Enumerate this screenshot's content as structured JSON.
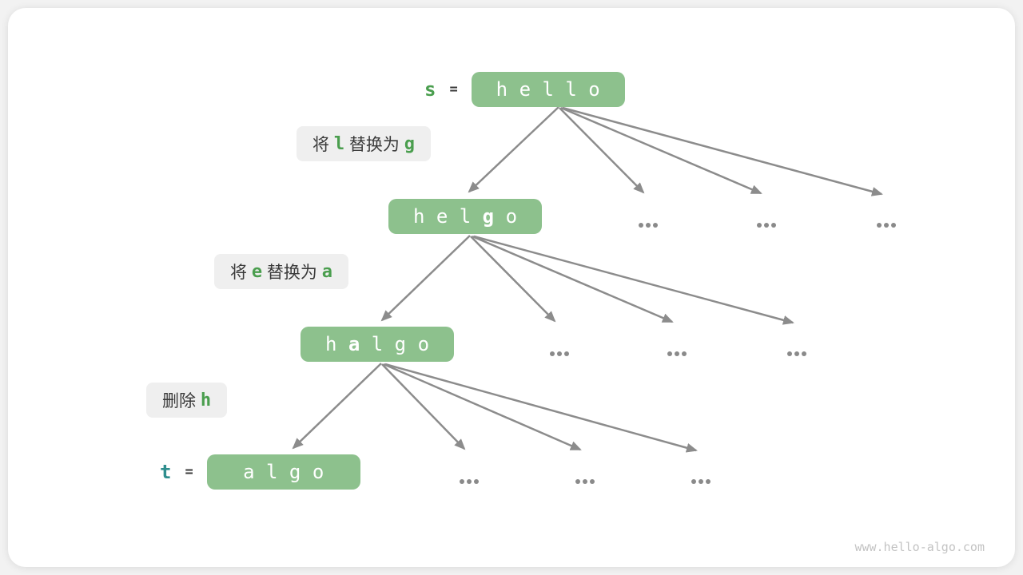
{
  "page": {
    "watermark": "www.hello-algo.com"
  },
  "colors": {
    "node_fill": "#8dc18d",
    "node_text": "#ffffff",
    "accent_green": "#4a9e4e",
    "var_s_color": "#4a9e4e",
    "var_t_color": "#2f8e8e",
    "label_bg": "#efefef",
    "label_text": "#3a3a3a",
    "arrow_gray": "#8c8c8c",
    "watermark_gray": "#c3c3c3",
    "card_bg": "#ffffff"
  },
  "diagram": {
    "nodes": {
      "hello": {
        "var_name": "s",
        "equals": "=",
        "segments": [
          {
            "text": "h e l l o",
            "accent": false
          }
        ]
      },
      "helgo": {
        "segments": [
          {
            "text": "h e l ",
            "accent": false
          },
          {
            "text": "g",
            "accent": true
          },
          {
            "text": " o",
            "accent": false
          }
        ]
      },
      "halgo": {
        "segments": [
          {
            "text": "h ",
            "accent": false
          },
          {
            "text": "a",
            "accent": true
          },
          {
            "text": " l g o",
            "accent": false
          }
        ]
      },
      "algo": {
        "var_name": "t",
        "equals": "=",
        "segments": [
          {
            "text": "a l g o",
            "accent": false
          }
        ]
      }
    },
    "labels": {
      "replace_l_g": {
        "segments": [
          {
            "text": "将 ",
            "accent": false
          },
          {
            "text": "l",
            "accent": true
          },
          {
            "text": " 替换为 ",
            "accent": false
          },
          {
            "text": "g",
            "accent": true
          }
        ]
      },
      "replace_e_a": {
        "segments": [
          {
            "text": "将 ",
            "accent": false
          },
          {
            "text": "e",
            "accent": true
          },
          {
            "text": " 替换为 ",
            "accent": false
          },
          {
            "text": "a",
            "accent": true
          }
        ]
      },
      "delete_h": {
        "segments": [
          {
            "text": "删除 ",
            "accent": false
          },
          {
            "text": "h",
            "accent": true
          }
        ]
      }
    }
  }
}
